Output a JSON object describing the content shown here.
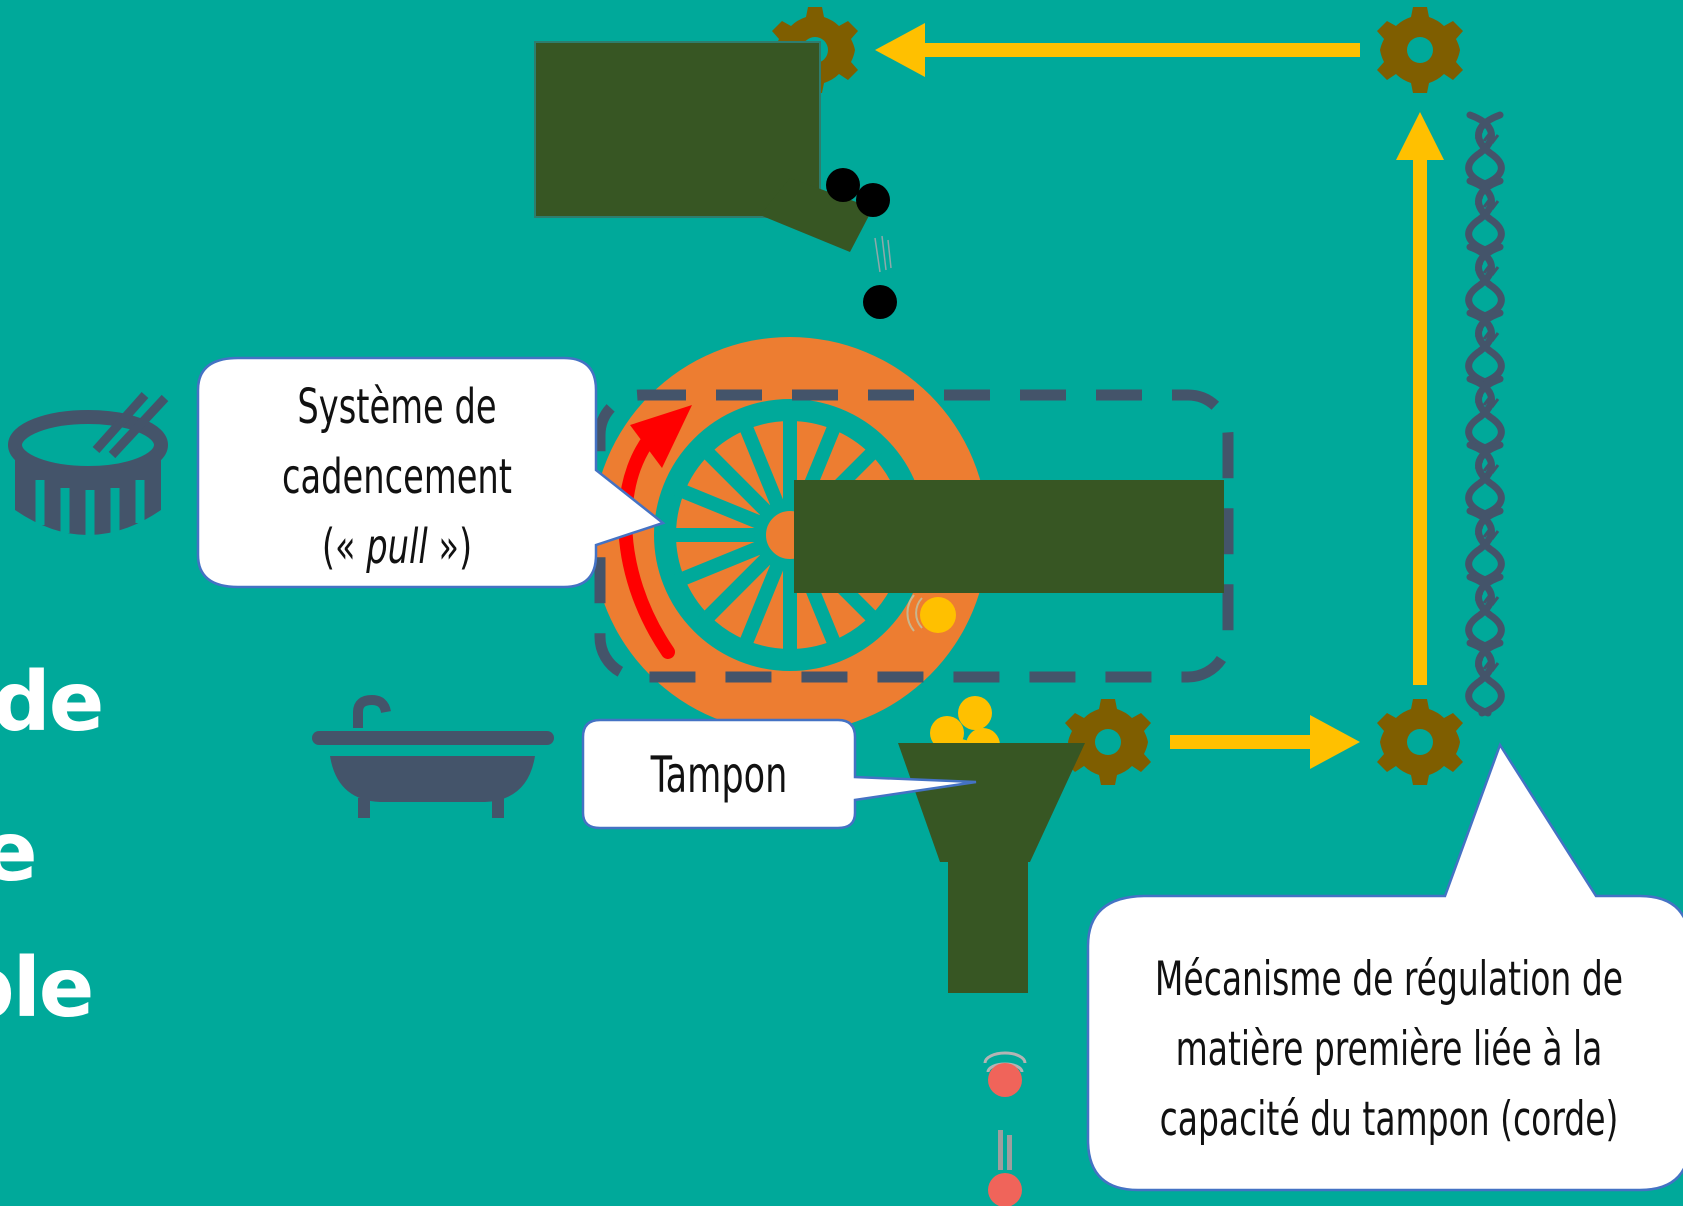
{
  "labels": {
    "cadence_line1": "Système de",
    "cadence_line2": "cadencement",
    "cadence_line3_open": "(« ",
    "cadence_line3_italic": "pull",
    "cadence_line3_close": " »)",
    "buffer": "Tampon",
    "rope_line1": "Mécanisme de régulation de",
    "rope_line2": "matière première liée à la",
    "rope_line3": "capacité du tampon (corde)"
  },
  "side_text": [
    "de",
    "e",
    "ple"
  ],
  "colors": {
    "background": "#00A99A",
    "gear": "#7F5E00",
    "arrow": "#FFC000",
    "machine": "#375623",
    "wheel": "#ED7D31",
    "dashed_frame": "#44546A",
    "icon": "#44546A",
    "pull_arrow": "#FF0000",
    "callout_fill": "#FFFFFF",
    "callout_border": "#4472C4",
    "material_black": "#000000",
    "material_yellow": "#FFC000",
    "product": "#F0645A"
  },
  "icons": [
    "drum-icon",
    "bathtub-icon",
    "gear-icon",
    "rope-icon",
    "funnel-icon",
    "wagon-wheel-icon"
  ]
}
